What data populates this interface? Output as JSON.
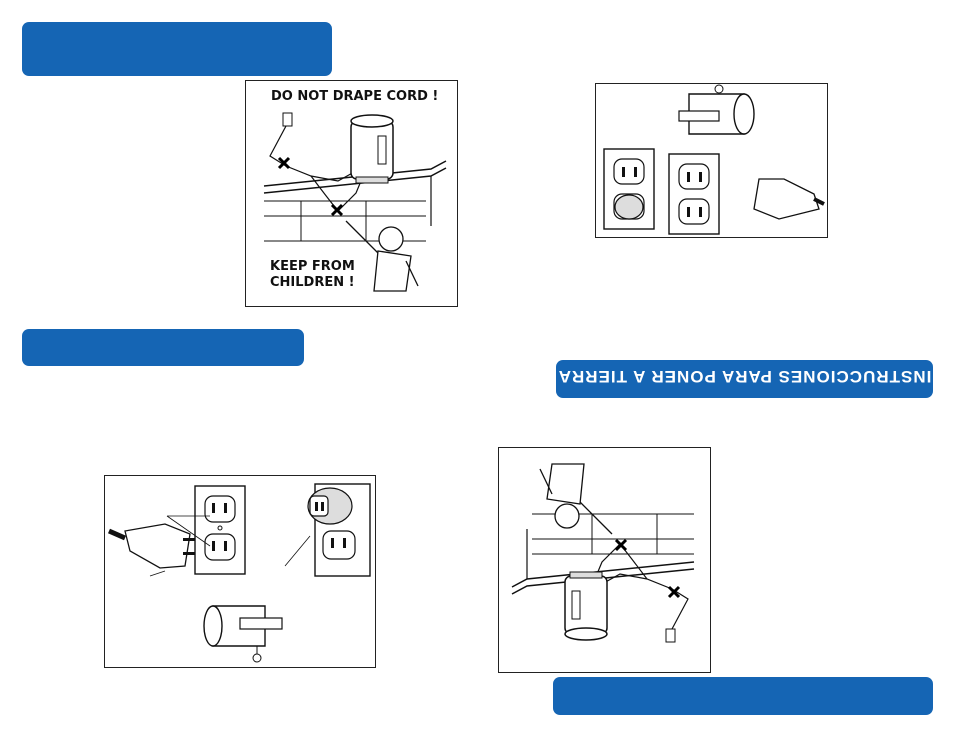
{
  "panels": {
    "cord_warning": {
      "line1": "DO NOT DRAPE CORD !",
      "line2": "KEEP FROM",
      "line3": "CHILDREN !"
    }
  },
  "banners": {
    "grounding_title_es": "INSTRUCCIONES PARA PONER A TIERRA"
  },
  "colors": {
    "banner": "#1565b4",
    "ink": "#111111"
  },
  "icons": [
    "x-mark-icon",
    "plug-icon",
    "outlet-icon",
    "adapter-icon",
    "pot-icon",
    "child-icon"
  ]
}
